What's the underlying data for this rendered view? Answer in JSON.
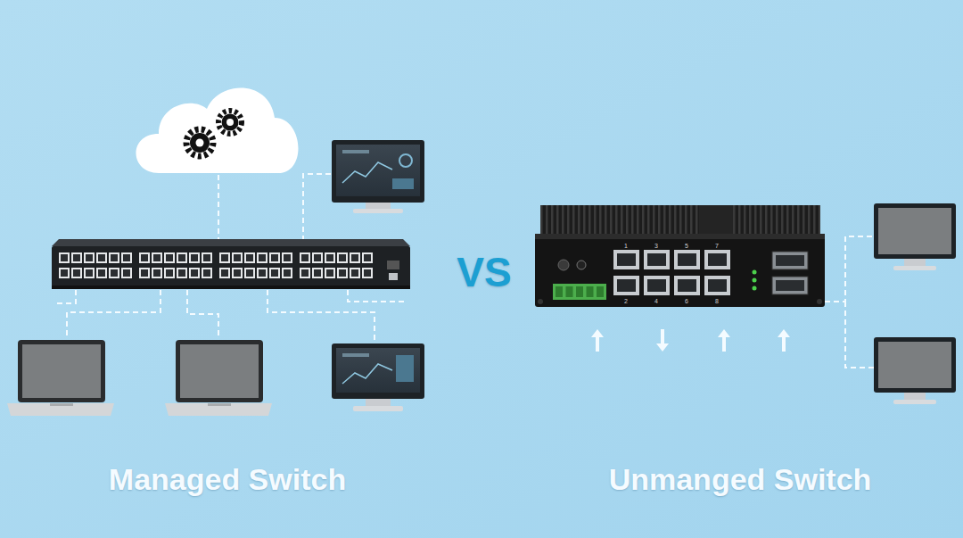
{
  "diagram": {
    "labels": [
      "Managed Switch",
      "VS",
      "Unmanged Switch",
      "1",
      "3",
      "5",
      "7",
      "2",
      "4",
      "6",
      "8"
    ]
  }
}
